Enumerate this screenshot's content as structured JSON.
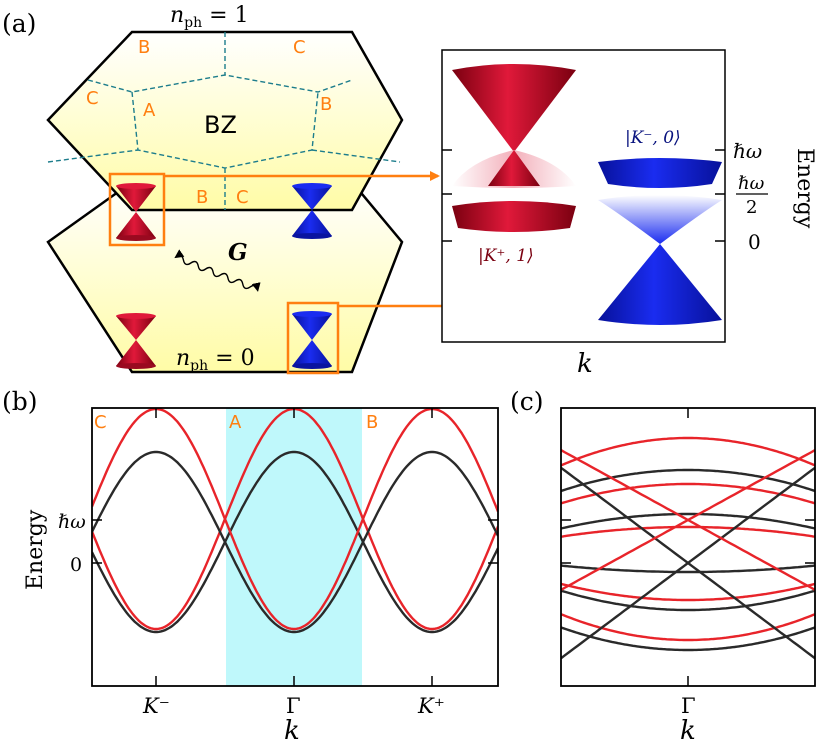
{
  "panel_labels": {
    "a": "(a)",
    "b": "(b)",
    "c": "(c)"
  },
  "colors": {
    "red": "#e8242a",
    "dark": "#2a2a2a",
    "orange": "#ff7f10",
    "teal": "#1d7d8c",
    "cyan": "#bff8fb",
    "cone_red": "#c8102e",
    "cone_blue": "#1020c8",
    "yellow": "#fffca6"
  },
  "panel_a": {
    "n_top_prefix": "n",
    "n_top_sub": "ph",
    "n_top_suffix": " = 1",
    "n_bot_prefix": "n",
    "n_bot_sub": "ph",
    "n_bot_suffix": " = 0",
    "bz_label": "BZ",
    "region_labels": {
      "B_top": "B",
      "C_top": "C",
      "C_left": "C",
      "A": "A",
      "B_right": "B",
      "B_bottom": "B",
      "C_bottom": "C"
    },
    "G_label": "G",
    "inset": {
      "ket_plus": "|K⁺, 1⟩",
      "ket_minus": "|K⁻, 0⟩",
      "tick_hw": "ℏω",
      "tick_hw2_num": "ℏω",
      "tick_hw2_den": "2",
      "tick_zero": "0",
      "ylabel": "Energy",
      "xlabel": "k"
    }
  },
  "panel_b": {
    "ylabel": "Energy",
    "xlabel": "k",
    "ytick_hw": "ℏω",
    "ytick_zero": "0",
    "xticks": [
      "K⁻",
      "Γ",
      "K⁺"
    ],
    "region_labels": [
      "C",
      "A",
      "B"
    ]
  },
  "panel_c": {
    "xlabel": "k",
    "xticks": [
      "Γ"
    ]
  }
}
